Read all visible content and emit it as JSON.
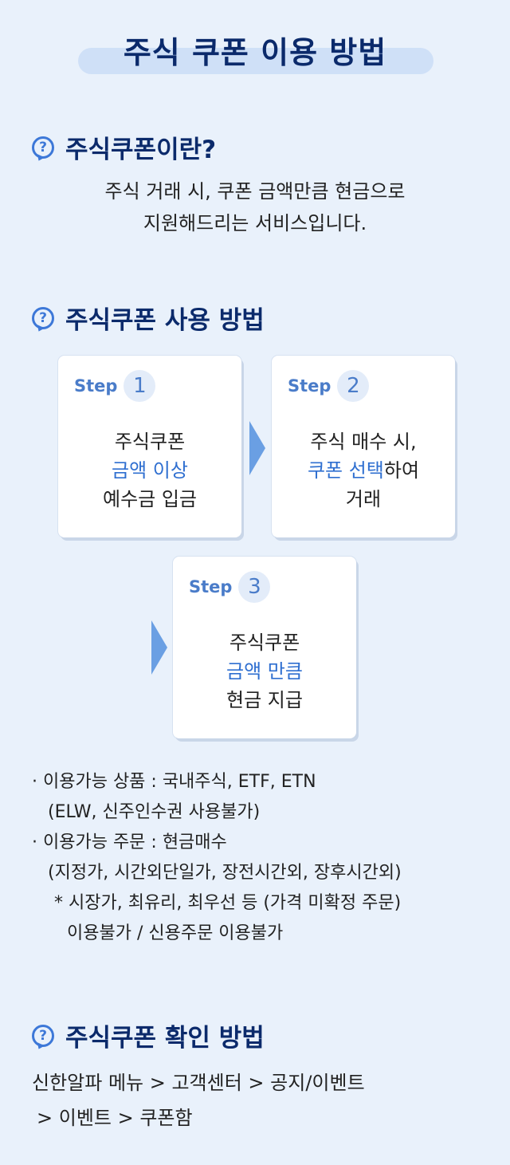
{
  "page_title": "주식 쿠폰 이용 방법",
  "section1": {
    "heading": "주식쿠폰이란?",
    "line1": "주식 거래 시, 쿠폰 금액만큼 현금으로",
    "line2": "지원해드리는 서비스입니다."
  },
  "section2": {
    "heading": "주식쿠폰 사용 방법",
    "steps": [
      {
        "label": "Step",
        "num": "1",
        "line1": "주식쿠폰",
        "line2_hl": "금액 이상",
        "line3": "예수금 입금"
      },
      {
        "label": "Step",
        "num": "2",
        "line1": "주식 매수 시,",
        "line2_hl": "쿠폰 선택",
        "line2_rest": "하여",
        "line3": "거래"
      },
      {
        "label": "Step",
        "num": "3",
        "line1": "주식쿠폰",
        "line2_hl": "금액 만큼",
        "line3": "현금 지급"
      }
    ]
  },
  "notes": {
    "l1": "· 이용가능 상품 : 국내주식, ETF, ETN",
    "l2": "(ELW, 신주인수권 사용불가)",
    "l3": "· 이용가능 주문 : 현금매수",
    "l4": "(지정가, 시간외단일가, 장전시간외, 장후시간외)",
    "l5": "* 시장가, 최유리, 최우선 등 (가격 미확정 주문)",
    "l6": "이용불가 / 신용주문 이용불가"
  },
  "section3": {
    "heading": "주식쿠폰 확인 방법",
    "path1": "신한알파 메뉴 > 고객센터 > 공지/이벤트",
    "path2": "> 이벤트 > 쿠폰함"
  },
  "colors": {
    "accent": "#2f6fd0",
    "navy": "#0b2a6b",
    "bg": "#e9f1fb"
  }
}
